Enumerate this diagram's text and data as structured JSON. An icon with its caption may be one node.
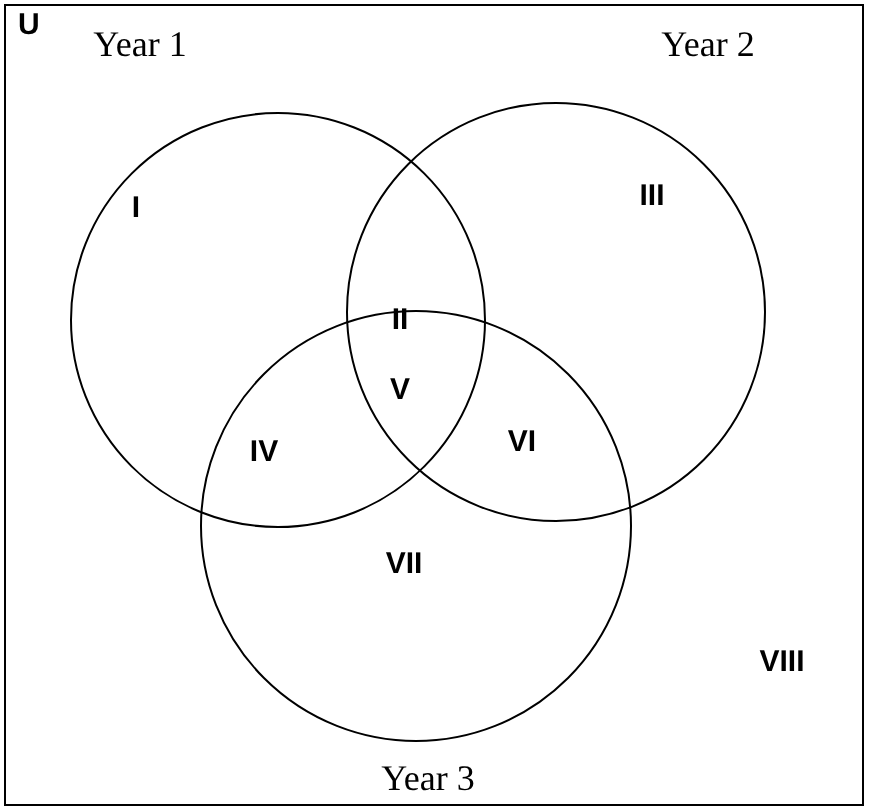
{
  "diagram": {
    "nodes": [
      {
        "text": [
          "U"
        ]
      },
      {
        "text": [
          "Year 1"
        ],
        "in": 0
      },
      {
        "text": [
          "Year 2"
        ],
        "in": 0
      },
      {
        "text": [
          "Year 3"
        ],
        "in": 0
      }
    ],
    "labels": [
      "I",
      "III",
      "II",
      "V",
      "IV",
      "VI",
      "VII",
      "VIII"
    ]
  }
}
